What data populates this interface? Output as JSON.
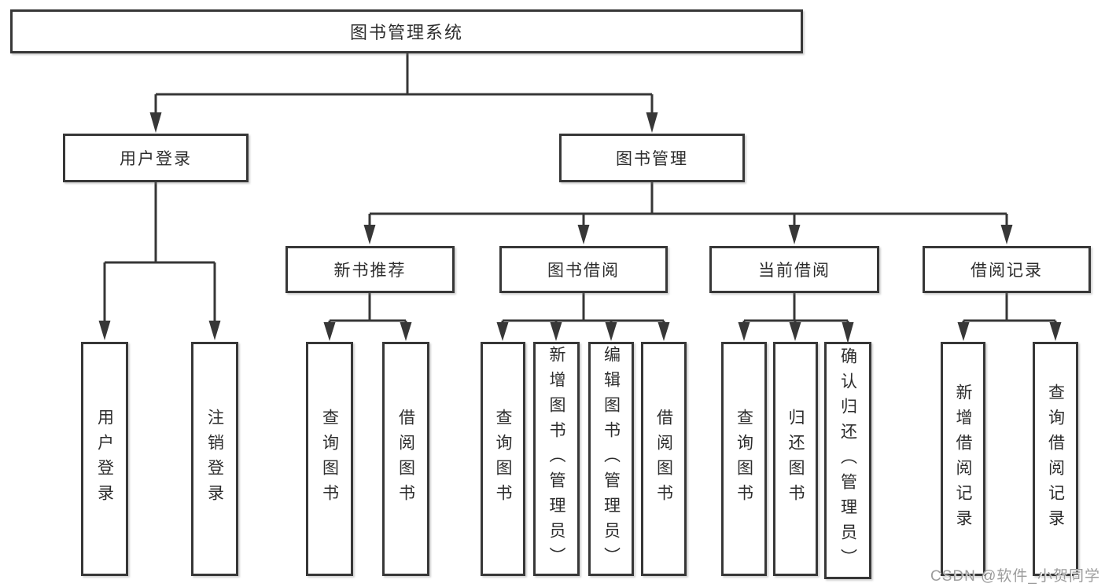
{
  "diagram": {
    "root": {
      "label": "图书管理系统",
      "children": [
        {
          "label": "用户登录",
          "children": [
            {
              "label": "用户登录"
            },
            {
              "label": "注销登录"
            }
          ]
        },
        {
          "label": "图书管理",
          "children": [
            {
              "label": "新书推荐",
              "children": [
                {
                  "label": "查询图书"
                },
                {
                  "label": "借阅图书"
                }
              ]
            },
            {
              "label": "图书借阅",
              "children": [
                {
                  "label": "查询图书"
                },
                {
                  "label": "新增图书（管理员）"
                },
                {
                  "label": "编辑图书（管理员）"
                },
                {
                  "label": "借阅图书"
                }
              ]
            },
            {
              "label": "当前借阅",
              "children": [
                {
                  "label": "查询图书"
                },
                {
                  "label": "归还图书"
                },
                {
                  "label": "确认归还（管理员）"
                }
              ]
            },
            {
              "label": "借阅记录",
              "children": [
                {
                  "label": "新增借阅记录"
                },
                {
                  "label": "查询借阅记录"
                }
              ]
            }
          ]
        }
      ]
    },
    "colors": {
      "line": "#373737",
      "text": "#2d2d2d",
      "watermark": "#9c9c9c",
      "background": "#ffffff"
    }
  },
  "watermark": {
    "text": "CSDN @软件_小贺同学"
  }
}
